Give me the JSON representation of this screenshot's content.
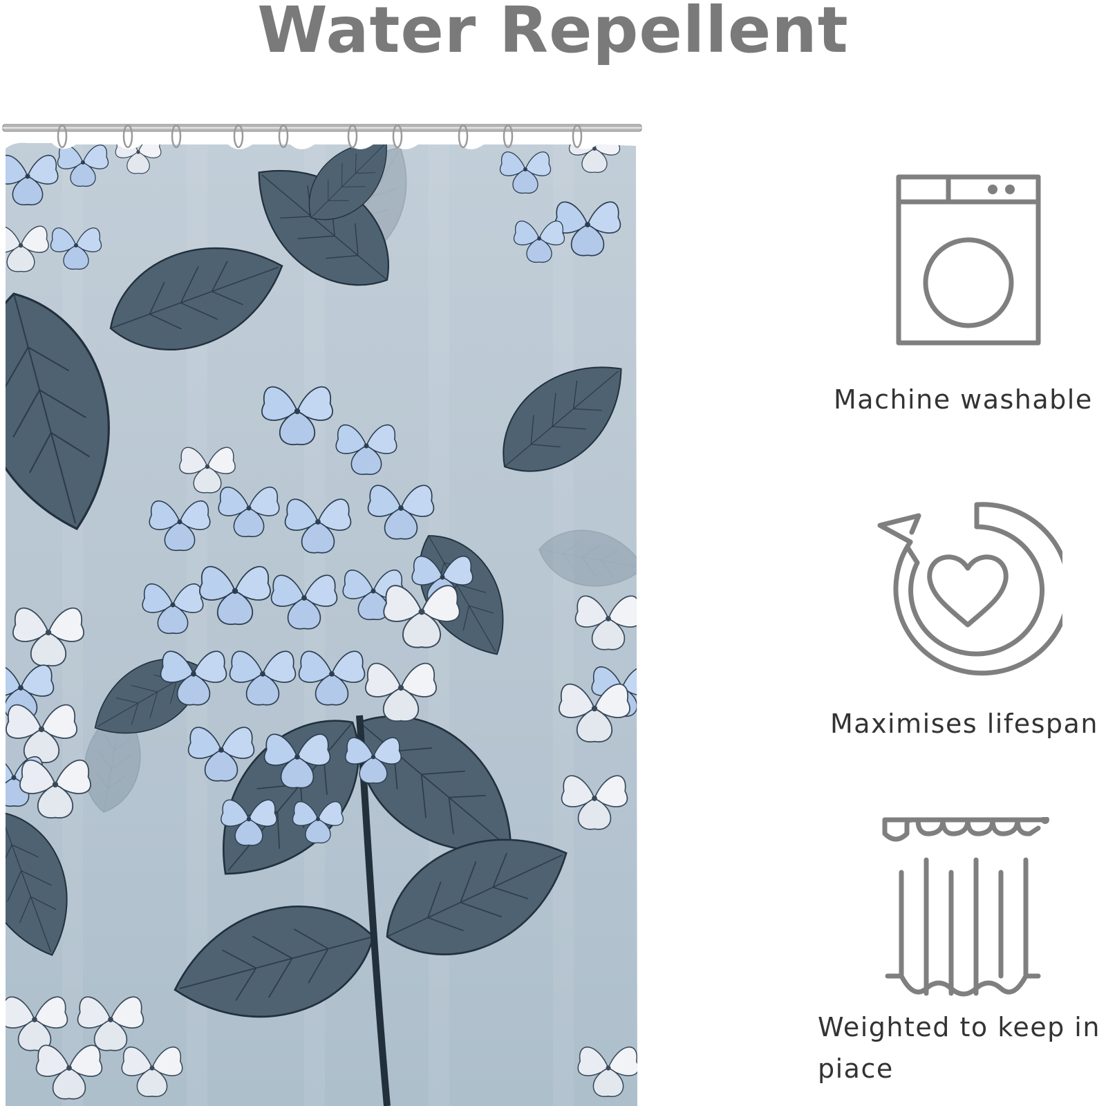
{
  "title": "Water Repellent",
  "features": [
    {
      "label": "Machine washable",
      "icon": "washing-machine-icon"
    },
    {
      "label": "Maximises lifespan",
      "icon": "heart-cycle-icon"
    },
    {
      "label": "Weighted to keep in piace",
      "icon": "weighted-curtain-icon"
    }
  ],
  "product": {
    "image": "hydrangea-shower-curtain",
    "image_alt": "Shower curtain with blue hydrangea flowers and dark teal leaves"
  },
  "colors": {
    "title": "#7a7a7a",
    "label": "#333333",
    "icon_stroke": "#7f7f7f",
    "curtain_bg": "#b7c6d2",
    "leaf": "#4e6272",
    "flower": "#b8cfee"
  }
}
